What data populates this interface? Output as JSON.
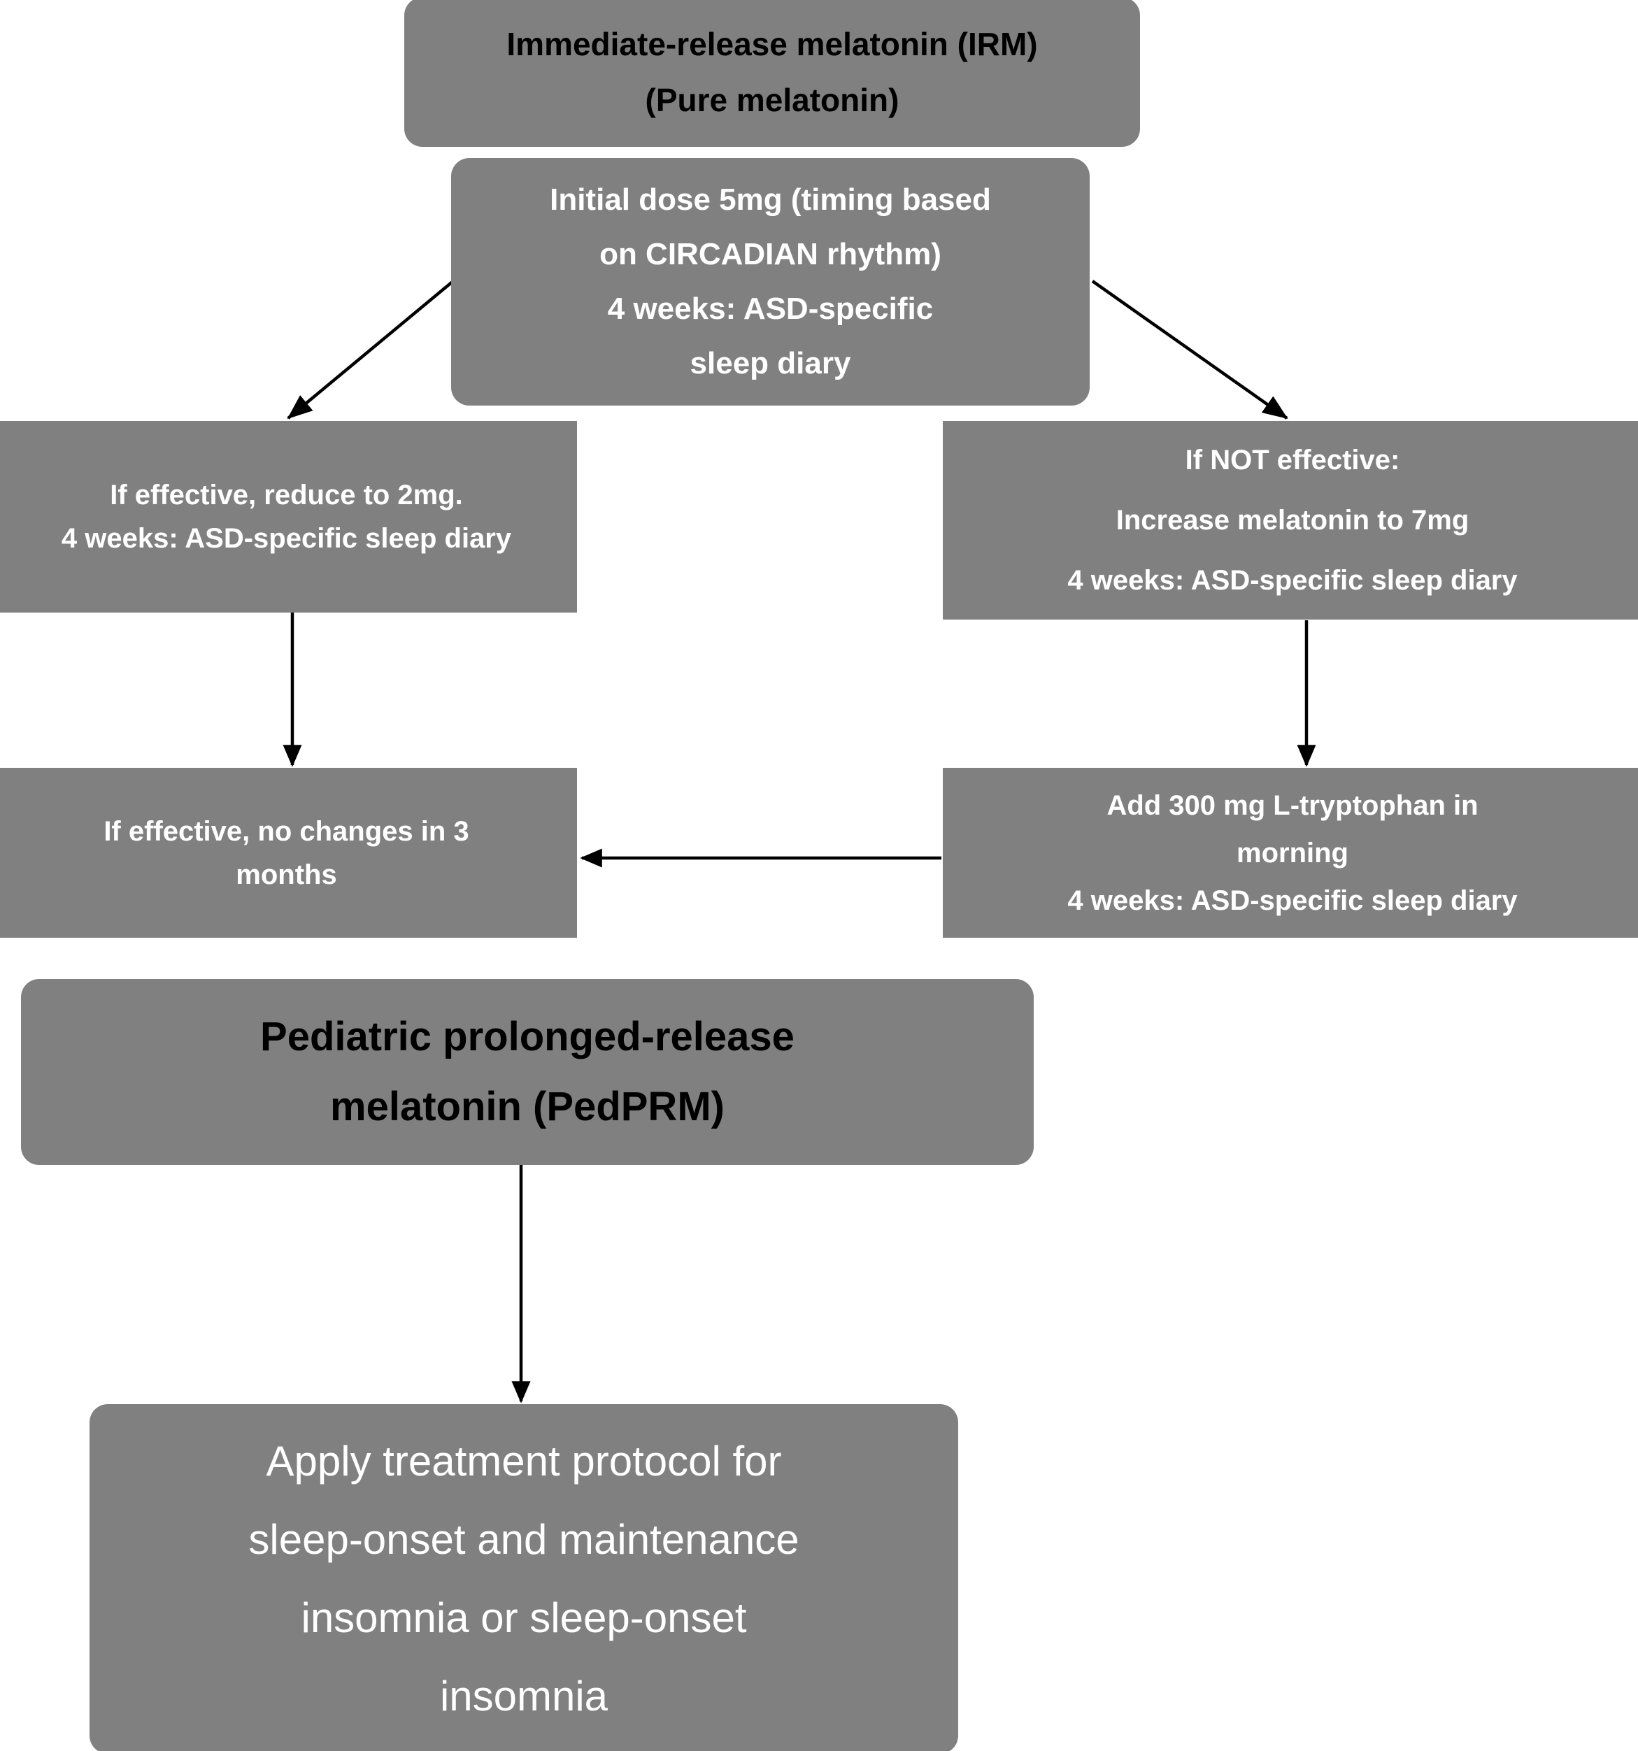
{
  "diagram": {
    "title": "Melatonin treatment algorithm flowchart",
    "colors": {
      "node_fill": "#808080",
      "background": "#ffffff",
      "edge_stroke": "#000000",
      "text_dark": "#000000",
      "text_light": "#ffffff"
    },
    "nodes": [
      {
        "id": "irm",
        "lines": [
          "Immediate-release melatonin (IRM)",
          "(Pure melatonin)"
        ]
      },
      {
        "id": "initial-dose",
        "lines": [
          "Initial dose 5mg (timing based",
          "on CIRCADIAN rhythm)",
          "4 weeks: ASD-specific",
          "sleep diary"
        ]
      },
      {
        "id": "effective-reduce",
        "lines": [
          "If effective, reduce to 2mg.",
          "4 weeks: ASD-specific sleep diary"
        ]
      },
      {
        "id": "not-effective",
        "lines": [
          "If NOT effective:",
          "Increase melatonin to 7mg",
          "4 weeks: ASD-specific sleep diary"
        ]
      },
      {
        "id": "no-changes",
        "lines": [
          "If effective, no changes in 3",
          "months"
        ]
      },
      {
        "id": "tryptophan",
        "lines": [
          "Add 300 mg L-tryptophan in",
          "morning",
          "4 weeks: ASD-specific sleep diary"
        ]
      },
      {
        "id": "pedprm",
        "lines": [
          "Pediatric prolonged-release",
          "melatonin (PedPRM)"
        ]
      },
      {
        "id": "apply-protocol",
        "lines": [
          "Apply treatment protocol for",
          "sleep-onset and maintenance",
          "insomnia or sleep-onset",
          "insomnia"
        ]
      }
    ],
    "edges": [
      {
        "id": "initial-to-effective",
        "from": "initial-dose",
        "to": "effective-reduce",
        "label": ""
      },
      {
        "id": "initial-to-not-effective",
        "from": "initial-dose",
        "to": "not-effective",
        "label": ""
      },
      {
        "id": "effective-to-no-changes",
        "from": "effective-reduce",
        "to": "no-changes",
        "label": ""
      },
      {
        "id": "not-effective-to-tryptophan",
        "from": "not-effective",
        "to": "tryptophan",
        "label": ""
      },
      {
        "id": "tryptophan-to-no-changes",
        "from": "tryptophan",
        "to": "no-changes",
        "label": ""
      },
      {
        "id": "pedprm-to-apply",
        "from": "pedprm",
        "to": "apply-protocol",
        "label": ""
      }
    ]
  }
}
